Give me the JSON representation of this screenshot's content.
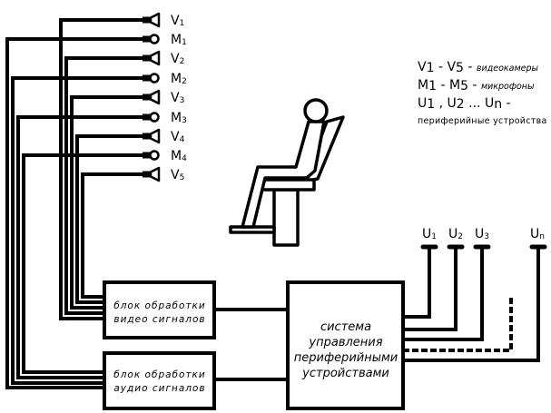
{
  "connectors": [
    {
      "type": "video-camera",
      "letter": "V",
      "index": "1"
    },
    {
      "type": "microphone",
      "letter": "M",
      "index": "1"
    },
    {
      "type": "video-camera",
      "letter": "V",
      "index": "2"
    },
    {
      "type": "microphone",
      "letter": "M",
      "index": "2"
    },
    {
      "type": "video-camera",
      "letter": "V",
      "index": "3"
    },
    {
      "type": "microphone",
      "letter": "M",
      "index": "3"
    },
    {
      "type": "video-camera",
      "letter": "V",
      "index": "4"
    },
    {
      "type": "microphone",
      "letter": "M",
      "index": "4"
    },
    {
      "type": "video-camera",
      "letter": "V",
      "index": "5"
    }
  ],
  "legend": {
    "cameras": {
      "from_letter": "V",
      "from_index": "1",
      "separator": " - ",
      "to_letter": "V",
      "to_index": "5",
      "dash": " - ",
      "description": "видеокамеры"
    },
    "microphones": {
      "from_letter": "M",
      "from_index": "1",
      "separator": " - ",
      "to_letter": "M",
      "to_index": "5",
      "dash": " - ",
      "description": "микрофоны"
    },
    "peripherals": {
      "first_letter": "U",
      "first_index": "1",
      "comma": " , ",
      "second_letter": "U",
      "second_index": "2",
      "ellipsis": " ... ",
      "last_letter": "U",
      "last_index": "n",
      "dash": " -",
      "description": "периферийные устройства"
    }
  },
  "blocks": {
    "video": {
      "lines": [
        "блок обработки",
        "видео сигналов"
      ]
    },
    "audio": {
      "lines": [
        "блок обработки",
        "аудио сигналов"
      ]
    },
    "control_system": {
      "lines": [
        "система",
        "управления",
        "периферийными",
        "устройствами"
      ]
    }
  },
  "outputs": [
    {
      "letter": "U",
      "index": "1"
    },
    {
      "letter": "U",
      "index": "2"
    },
    {
      "letter": "U",
      "index": "3"
    },
    {
      "letter": "U",
      "index": "n"
    }
  ],
  "colors": {
    "line": "#000000",
    "background": "#ffffff"
  }
}
